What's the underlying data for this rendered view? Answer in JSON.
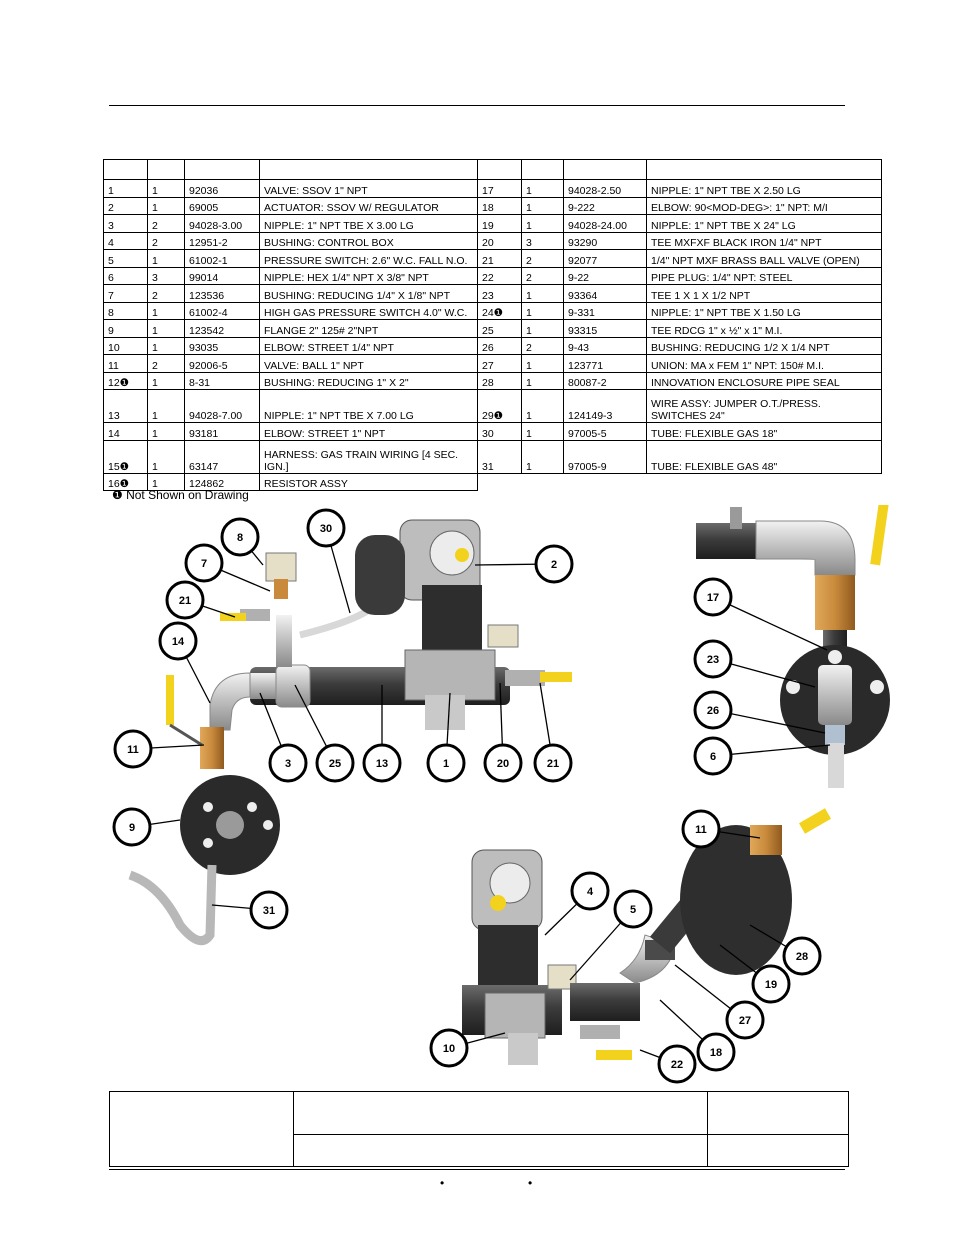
{
  "parts_table": {
    "rows": [
      {
        "left": {
          "item": "1",
          "qty": "1",
          "part": "92036",
          "desc": "VALVE: SSOV 1\" NPT"
        },
        "right": {
          "item": "17",
          "qty": "1",
          "part": "94028-2.50",
          "desc": "NIPPLE: 1\" NPT TBE X 2.50 LG"
        }
      },
      {
        "left": {
          "item": "2",
          "qty": "1",
          "part": "69005",
          "desc": "ACTUATOR: SSOV W/ REGULATOR"
        },
        "right": {
          "item": "18",
          "qty": "1",
          "part": "9-222",
          "desc": "ELBOW: 90<MOD-DEG>: 1\" NPT: M/I"
        }
      },
      {
        "left": {
          "item": "3",
          "qty": "2",
          "part": "94028-3.00",
          "desc": "NIPPLE: 1\" NPT TBE X 3.00 LG"
        },
        "right": {
          "item": "19",
          "qty": "1",
          "part": "94028-24.00",
          "desc": "NIPPLE: 1\" NPT TBE X 24\" LG"
        }
      },
      {
        "left": {
          "item": "4",
          "qty": "2",
          "part": "12951-2",
          "desc": "BUSHING: CONTROL BOX"
        },
        "right": {
          "item": "20",
          "qty": "3",
          "part": "93290",
          "desc": "TEE MXFXF BLACK IRON 1/4\" NPT"
        }
      },
      {
        "left": {
          "item": "5",
          "qty": "1",
          "part": "61002-1",
          "desc": "PRESSURE SWITCH: 2.6\" W.C. FALL N.O."
        },
        "right": {
          "item": "21",
          "qty": "2",
          "part": "92077",
          "desc": "1/4\" NPT MXF BRASS BALL VALVE (OPEN)"
        }
      },
      {
        "left": {
          "item": "6",
          "qty": "3",
          "part": "99014",
          "desc": "NIPPLE: HEX 1/4\" NPT X 3/8\" NPT"
        },
        "right": {
          "item": "22",
          "qty": "2",
          "part": "9-22",
          "desc": "PIPE PLUG: 1/4\" NPT: STEEL"
        }
      },
      {
        "left": {
          "item": "7",
          "qty": "2",
          "part": "123536",
          "desc": "BUSHING: REDUCING 1/4\" X 1/8\" NPT"
        },
        "right": {
          "item": "23",
          "qty": "1",
          "part": "93364",
          "desc": "TEE 1 X 1 X 1/2 NPT"
        }
      },
      {
        "left": {
          "item": "8",
          "qty": "1",
          "part": "61002-4",
          "desc": "HIGH GAS PRESSURE SWITCH 4.0\" W.C."
        },
        "right": {
          "item": "24❶",
          "qty": "1",
          "part": "9-331",
          "desc": "NIPPLE: 1\" NPT TBE X 1.50 LG"
        }
      },
      {
        "left": {
          "item": "9",
          "qty": "1",
          "part": "123542",
          "desc": "FLANGE 2\" 125# 2\"NPT"
        },
        "right": {
          "item": "25",
          "qty": "1",
          "part": "93315",
          "desc": "TEE RDCG 1\" x ½\" x 1\" M.I."
        }
      },
      {
        "left": {
          "item": "10",
          "qty": "1",
          "part": "93035",
          "desc": "ELBOW: STREET 1/4\" NPT"
        },
        "right": {
          "item": "26",
          "qty": "2",
          "part": "9-43",
          "desc": "BUSHING: REDUCING 1/2 X 1/4 NPT"
        }
      },
      {
        "left": {
          "item": "11",
          "qty": "2",
          "part": "92006-5",
          "desc": "VALVE: BALL 1\" NPT"
        },
        "right": {
          "item": "27",
          "qty": "1",
          "part": "123771",
          "desc": "UNION: MA x FEM 1\" NPT: 150# M.I."
        }
      },
      {
        "left": {
          "item": "12❶",
          "qty": "1",
          "part": "8-31",
          "desc": "BUSHING: REDUCING 1\" X 2\""
        },
        "right": {
          "item": "28",
          "qty": "1",
          "part": "80087-2",
          "desc": "INNOVATION ENCLOSURE PIPE SEAL"
        }
      },
      {
        "tall": true,
        "left": {
          "item": "13",
          "qty": "1",
          "part": "94028-7.00",
          "desc": "NIPPLE: 1\" NPT TBE X 7.00 LG"
        },
        "right": {
          "item": "29❶",
          "qty": "1",
          "part": "124149-3",
          "desc": "WIRE ASSY: JUMPER O.T./PRESS.  SWITCHES 24\""
        }
      },
      {
        "left": {
          "item": "14",
          "qty": "1",
          "part": "93181",
          "desc": "ELBOW: STREET 1\" NPT"
        },
        "right": {
          "item": "30",
          "qty": "1",
          "part": "97005-5",
          "desc": "TUBE: FLEXIBLE GAS 18\""
        }
      },
      {
        "tall": true,
        "left": {
          "item": "15❶",
          "qty": "1",
          "part": "63147",
          "desc": "HARNESS: GAS TRAIN WIRING [4 SEC. IGN.]"
        },
        "right": {
          "item": "31",
          "qty": "1",
          "part": "97005-9",
          "desc": "TUBE: FLEXIBLE GAS 48\""
        }
      },
      {
        "left": {
          "item": "16❶",
          "qty": "1",
          "part": "124862",
          "desc": "RESISTOR ASSY"
        },
        "right": null
      }
    ]
  },
  "note": "❶ Not Shown on Drawing",
  "callouts": {
    "main": [
      "8",
      "7",
      "30",
      "2",
      "21",
      "14",
      "11",
      "3",
      "25",
      "13",
      "1",
      "20",
      "21",
      "9",
      "31"
    ],
    "inset_top_right": [
      "17",
      "23",
      "26",
      "6"
    ],
    "inset_bottom_left": [
      "4",
      "5",
      "10",
      "22"
    ],
    "inset_bottom_right": [
      "11",
      "28",
      "19",
      "27",
      "18"
    ]
  },
  "footer": {
    "bullets": [
      "•",
      "•"
    ]
  },
  "colors": {
    "pipe": "#4a4a4a",
    "brass": "#c98a3c",
    "handle": "#f2d21c",
    "silver": "#c9c9c9"
  }
}
